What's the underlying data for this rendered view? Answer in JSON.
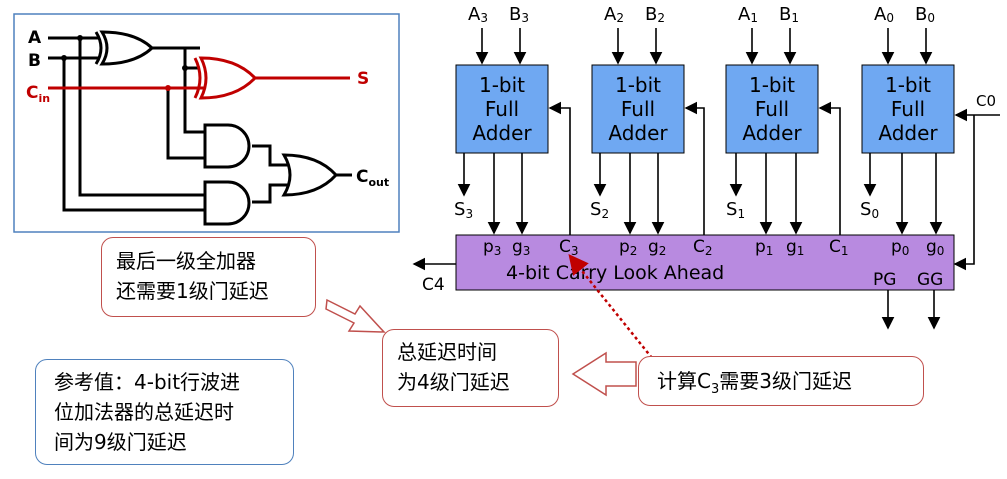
{
  "gate_circuit": {
    "input_a": "A",
    "input_b": "B",
    "input_cin_main": "C",
    "input_cin_sub": "in",
    "output_s": "S",
    "output_cout_main": "C",
    "output_cout_sub": "out"
  },
  "full_adders": [
    {
      "line1": "1-bit",
      "line2": "Full",
      "line3": "Adder",
      "a_main": "A",
      "a_sub": "3",
      "b_main": "B",
      "b_sub": "3",
      "s_main": "S",
      "s_sub": "3"
    },
    {
      "line1": "1-bit",
      "line2": "Full",
      "line3": "Adder",
      "a_main": "A",
      "a_sub": "2",
      "b_main": "B",
      "b_sub": "2",
      "s_main": "S",
      "s_sub": "2"
    },
    {
      "line1": "1-bit",
      "line2": "Full",
      "line3": "Adder",
      "a_main": "A",
      "a_sub": "1",
      "b_main": "B",
      "b_sub": "1",
      "s_main": "S",
      "s_sub": "1"
    },
    {
      "line1": "1-bit",
      "line2": "Full",
      "line3": "Adder",
      "a_main": "A",
      "a_sub": "0",
      "b_main": "B",
      "b_sub": "0",
      "s_main": "S",
      "s_sub": "0"
    }
  ],
  "cla": {
    "title": "4-bit Carry Look Ahead",
    "c0": "C0",
    "c4": "C4",
    "pg": "PG",
    "gg": "GG",
    "pins": [
      {
        "p_main": "p",
        "p_sub": "3",
        "g_main": "g",
        "g_sub": "3",
        "c_main": "C",
        "c_sub": "3"
      },
      {
        "p_main": "p",
        "p_sub": "2",
        "g_main": "g",
        "g_sub": "2",
        "c_main": "C",
        "c_sub": "2"
      },
      {
        "p_main": "p",
        "p_sub": "1",
        "g_main": "g",
        "g_sub": "1",
        "c_main": "C",
        "c_sub": "1"
      },
      {
        "p_main": "p",
        "p_sub": "0",
        "g_main": "g",
        "g_sub": "0"
      }
    ]
  },
  "callouts": {
    "last_adder_line1": "最后一级全加器",
    "last_adder_line2": "还需要1级门延迟",
    "total_line1": "总延迟时间",
    "total_line2": "为4级门延迟",
    "reference_line1": "参考值：4-bit行波进",
    "reference_line2": "位加法器的总延迟时",
    "reference_line3": "间为9级门延迟",
    "c3_main": "计算C",
    "c3_sub": "3",
    "c3_rest": "需要3级门延迟"
  },
  "colors": {
    "adder_fill": "#6fa8f2",
    "cla_fill": "#b88ae0",
    "highlight_red": "#c00000",
    "callout_red": "#c0504d",
    "callout_blue": "#4f81bd",
    "inset_border": "#4f81bd"
  }
}
